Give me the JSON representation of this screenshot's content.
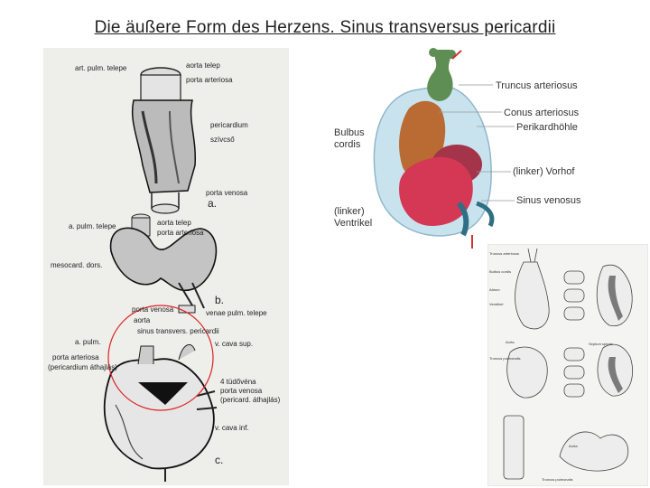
{
  "title": "Die äußere Form des Herzens. Sinus transversus pericardii",
  "left_panel": {
    "a_top": [
      "art. pulm. telepe",
      "aorta telep",
      "porta arteriosa",
      "pericardium",
      "szívcső",
      "porta venosa",
      "a."
    ],
    "b": [
      "a. pulm. telepe",
      "aorta telep",
      "porta arteriosa",
      "mesocard. dors.",
      "b.",
      "venae pulm. telepe",
      "porta venosa"
    ],
    "c": [
      "aorta",
      "sinus transvers. pericardii",
      "a. pulm.",
      "v. cava sup.",
      "porta arteriosa",
      "(pericardium áthajlás)",
      "4 tüdővéna",
      "porta venosa",
      "(pericard. áthajlás)",
      "v. cava inf.",
      "c."
    ]
  },
  "color_panel": {
    "labels": [
      "Truncus arteriosus",
      "Conus arteriosus",
      "Perikardhöhle",
      "Bulbus",
      "cordis",
      "(linker) Vorhof",
      "Sinus venosus",
      "(linker)",
      "Ventrikel"
    ]
  },
  "small_panel": {
    "labels": [
      "Truncus arteriosus",
      "Bulbus cordis",
      "Atrium",
      "Ventrikel",
      "Aorta",
      "Truncus pulmonalis",
      "Septum spirale",
      "Aorta",
      "Truncus pulmonalis"
    ]
  }
}
